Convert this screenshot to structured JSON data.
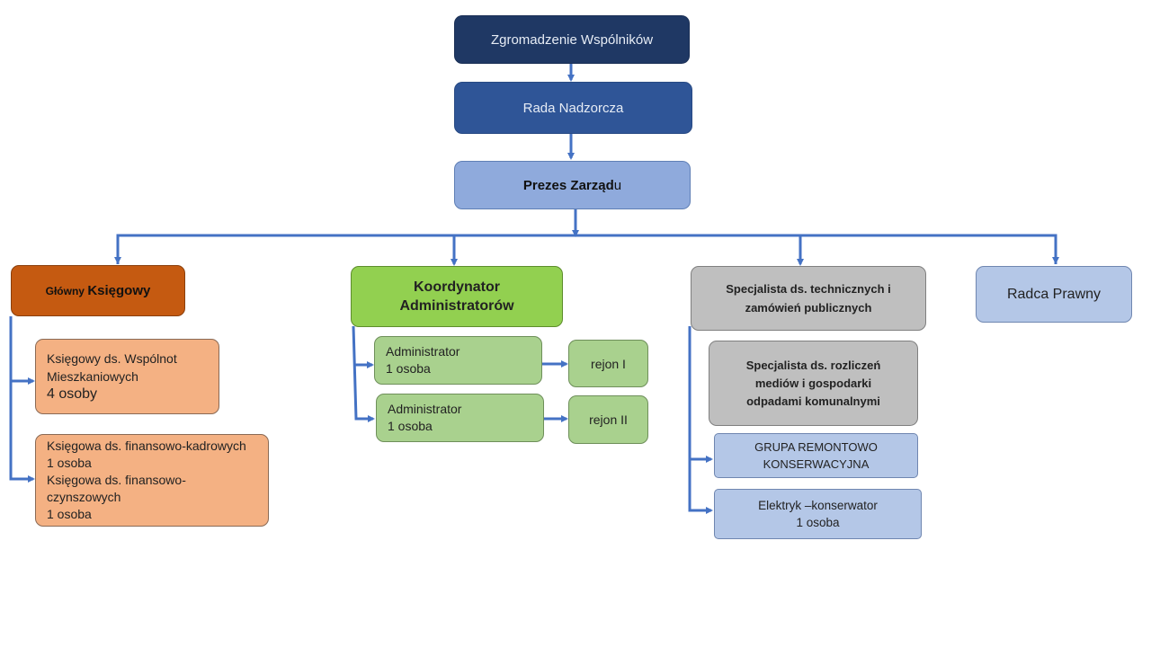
{
  "boxes": {
    "zgromadzenie": "Zgromadzenie Wspólników",
    "rada": "Rada Nadzorcza",
    "prezes_a": "Prezes Zarząd",
    "prezes_b": "u",
    "ksiegowy_a": "Główny ",
    "ksiegowy_b": "Księgowy",
    "koordynator_1": "Koordynator",
    "koordynator_2": "Administratorów",
    "specjalista_tech_1": "Specjalista ds. technicznych i",
    "specjalista_tech_2": "zamówień publicznych",
    "radca": "Radca Prawny",
    "ksiegowy_wm_1": "Księgowy ds. Wspólnot",
    "ksiegowy_wm_2": "Mieszkaniowych",
    "ksiegowy_wm_3": "4 osoby",
    "ksiegowa_fk_1": "Księgowa ds. finansowo-kadrowych",
    "ksiegowa_fk_2": "1 osoba",
    "ksiegowa_fk_3": "Księgowa ds. finansowo-",
    "ksiegowa_fk_4": "czynszowych",
    "ksiegowa_fk_5": "1 osoba",
    "admin1_1": "Administrator",
    "admin1_2": "1 osoba",
    "admin2_1": "Administrator",
    "admin2_2": "1 osoba",
    "rejon1": "rejon I",
    "rejon2": "rejon II",
    "specjalista_rozl_1": "Specjalista ds. rozliczeń",
    "specjalista_rozl_2": "mediów i gospodarki",
    "specjalista_rozl_3": "odpadami komunalnymi",
    "grupa_1": "GRUPA REMONTOWO",
    "grupa_2": "KONSERWACYJNA",
    "elektryk_1": "Elektryk –konserwator",
    "elektryk_2": "1 osoba"
  },
  "colors": {
    "connector": "#4472c4"
  }
}
